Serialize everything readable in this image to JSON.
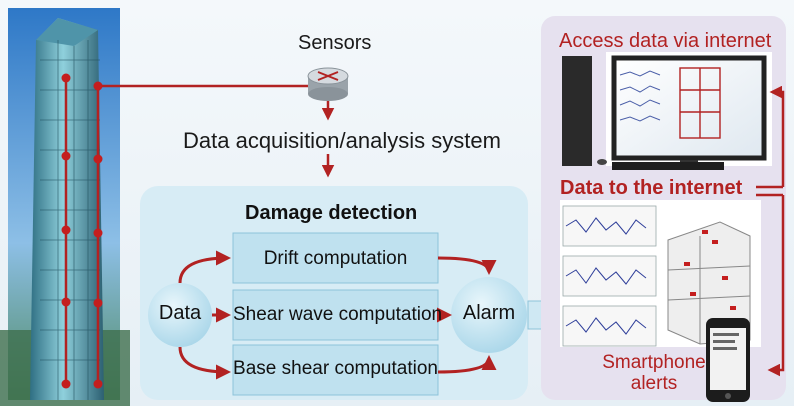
{
  "labels": {
    "sensors": "Sensors",
    "data_acquisition": "Data acquisition/analysis system",
    "damage_detection": "Damage detection",
    "drift": "Drift computation",
    "shear_wave": "Shear wave computation",
    "base_shear": "Base shear computation",
    "data": "Data",
    "alarm": "Alarm",
    "access": "Access data via internet",
    "data_to_internet": "Data to the internet",
    "smartphone": "Smartphone alerts"
  },
  "colors": {
    "arrow": "#b22222",
    "box_fill": "#bfe1ef",
    "panel_fill": "#d7ecf5",
    "right_panel_fill": "#e6e1ef"
  },
  "icons": [
    "sensor-icon",
    "building-image",
    "computer-monitor-icon",
    "structure-chart-image",
    "smartphone-icon"
  ]
}
